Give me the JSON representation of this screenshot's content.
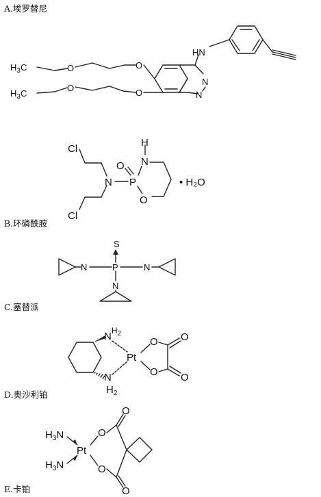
{
  "options": [
    {
      "letter": "A.",
      "name": "埃罗替尼"
    },
    {
      "letter": "B.",
      "name": "环磷酰胺"
    },
    {
      "letter": "C.",
      "name": "塞替派"
    },
    {
      "letter": "D.",
      "name": "奥沙利铂"
    },
    {
      "letter": "E.",
      "name": "卡铂"
    }
  ],
  "structures": {
    "a": {
      "nh": "HN",
      "n1": "N",
      "n2": "N",
      "o1": "O",
      "o2": "O",
      "o3": "O",
      "o4": "O",
      "h3c1": "H",
      "h3c1_sub": "3",
      "h3c1_c": "C",
      "h3c2": "H",
      "h3c2_sub": "3",
      "h3c2_c": "C"
    },
    "b": {
      "cl1": "Cl",
      "cl2": "Cl",
      "n": "N",
      "p": "P",
      "o_exo": "O",
      "h": "H",
      "nh": "N",
      "o_ring": "O",
      "water": "• H₂O"
    },
    "c": {
      "s": "S",
      "p": "P",
      "n1": "N",
      "n2": "N",
      "n3": "N"
    },
    "d": {
      "n1": "N",
      "h1": "H",
      "h1_sub": "2",
      "n2": "N",
      "h2": "H",
      "h2_sub": "2",
      "pt": "Pt",
      "o1": "O",
      "o2": "O",
      "o3": "O",
      "o4": "O"
    },
    "e": {
      "n1_h": "H",
      "n1_sub": "3",
      "n1_n": "N",
      "n2_h": "H",
      "n2_sub": "3",
      "n2_n": "N",
      "pt": "Pt",
      "o1": "O",
      "o2": "O",
      "o3": "O",
      "o4": "O"
    }
  }
}
